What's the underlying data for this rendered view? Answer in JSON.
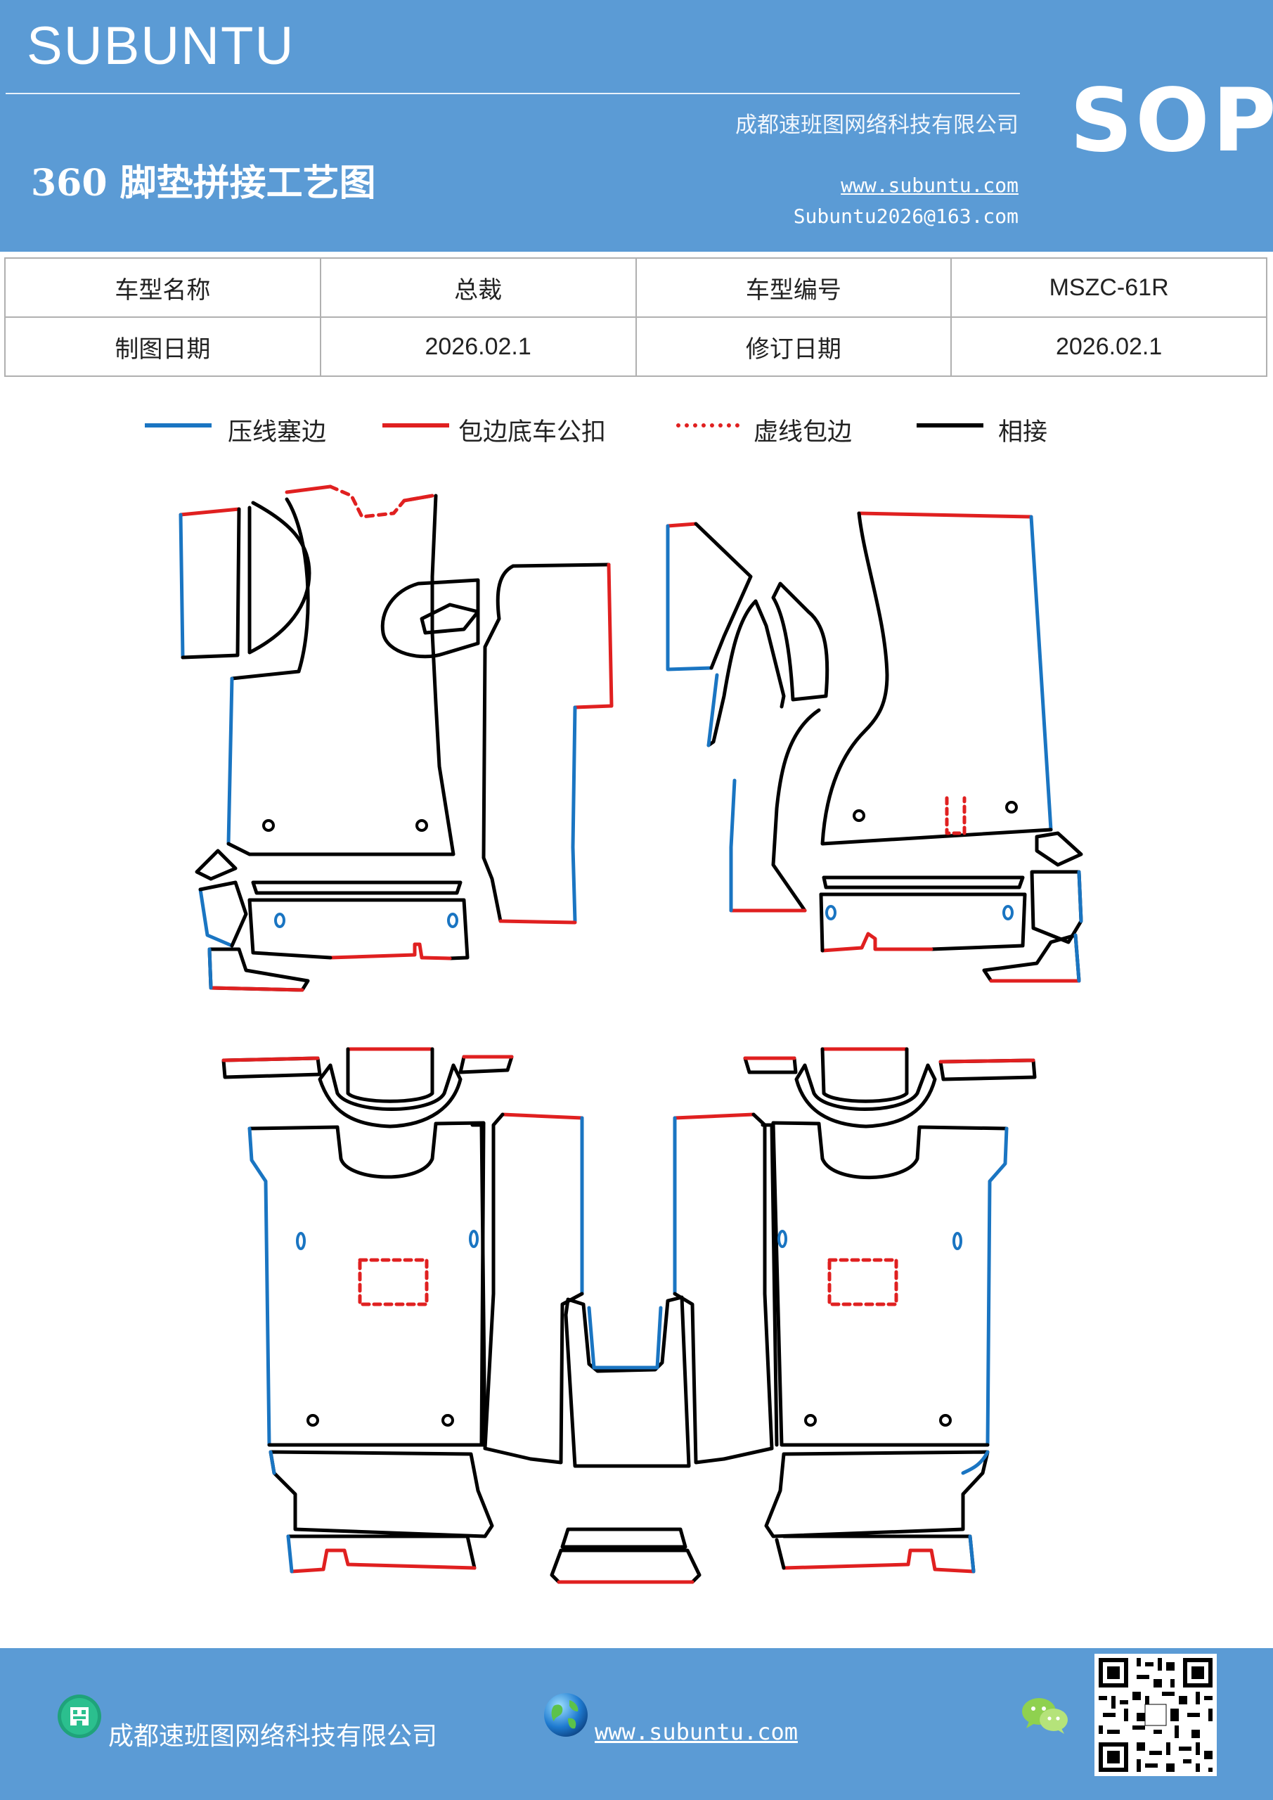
{
  "header": {
    "brand": "SUBUNTU",
    "company": "成都速班图网络科技有限公司",
    "title": "360 脚垫拼接工艺图",
    "website": "www.subuntu.com",
    "email": "Subuntu2026@163.com",
    "sop": "SOP"
  },
  "info": {
    "model_name_label": "车型名称",
    "model_name_value": "总裁",
    "model_code_label": "车型编号",
    "model_code_value": "MSZC-61R",
    "draw_date_label": "制图日期",
    "draw_date_value": "2026.02.1",
    "revise_date_label": "修订日期",
    "revise_date_value": "2026.02.1"
  },
  "legend": [
    {
      "label": "压线塞边",
      "color": "#1a75c2",
      "style": "solid"
    },
    {
      "label": "包边底车公扣",
      "color": "#e02020",
      "style": "solid"
    },
    {
      "label": "虚线包边",
      "color": "#e02020",
      "style": "dotted"
    },
    {
      "label": "相接",
      "color": "#000000",
      "style": "solid"
    }
  ],
  "colors": {
    "brand_blue": "#5b9bd5",
    "press_edge": "#1a75c2",
    "wrap_edge": "#e02020",
    "join_line": "#000000"
  },
  "footer": {
    "company": "成都速班图网络科技有限公司",
    "website": "www.subuntu.com",
    "icons": [
      "building-icon",
      "globe-icon",
      "wechat-icon",
      "qr-code"
    ]
  }
}
